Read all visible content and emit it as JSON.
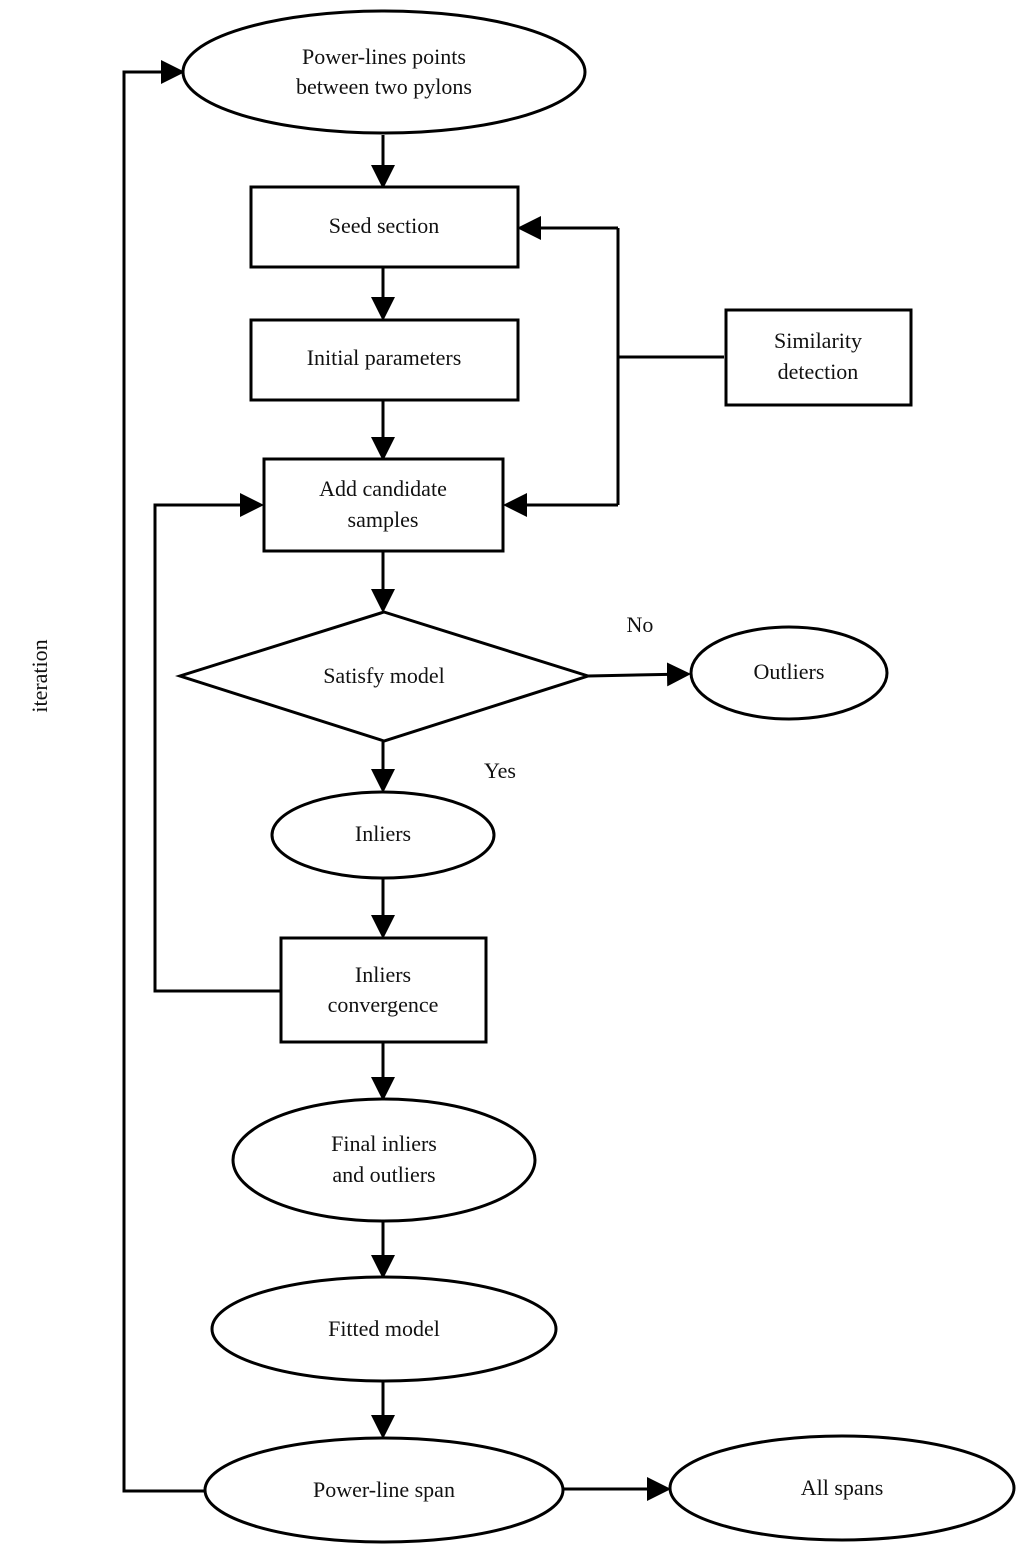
{
  "nodes": {
    "powerlines_points": {
      "line1": "Power-lines points",
      "line2": "between two pylons"
    },
    "seed_section": {
      "label": "Seed section"
    },
    "initial_parameters": {
      "label": "Initial parameters"
    },
    "similarity_detection": {
      "line1": "Similarity",
      "line2": "detection"
    },
    "add_candidate": {
      "line1": "Add candidate",
      "line2": "samples"
    },
    "satisfy_model": {
      "label": "Satisfy model"
    },
    "outliers": {
      "label": "Outliers"
    },
    "inliers": {
      "label": "Inliers"
    },
    "inliers_convergence": {
      "line1": "Inliers",
      "line2": "convergence"
    },
    "final_inliers": {
      "line1": "Final inliers",
      "line2": "and outliers"
    },
    "fitted_model": {
      "label": "Fitted model"
    },
    "powerline_span": {
      "label": "Power-line span"
    },
    "all_spans": {
      "label": "All spans"
    }
  },
  "edge_labels": {
    "no": "No",
    "yes": "Yes",
    "iteration": "iteration"
  },
  "colors": {
    "stroke": "#000000",
    "background": "#ffffff"
  }
}
